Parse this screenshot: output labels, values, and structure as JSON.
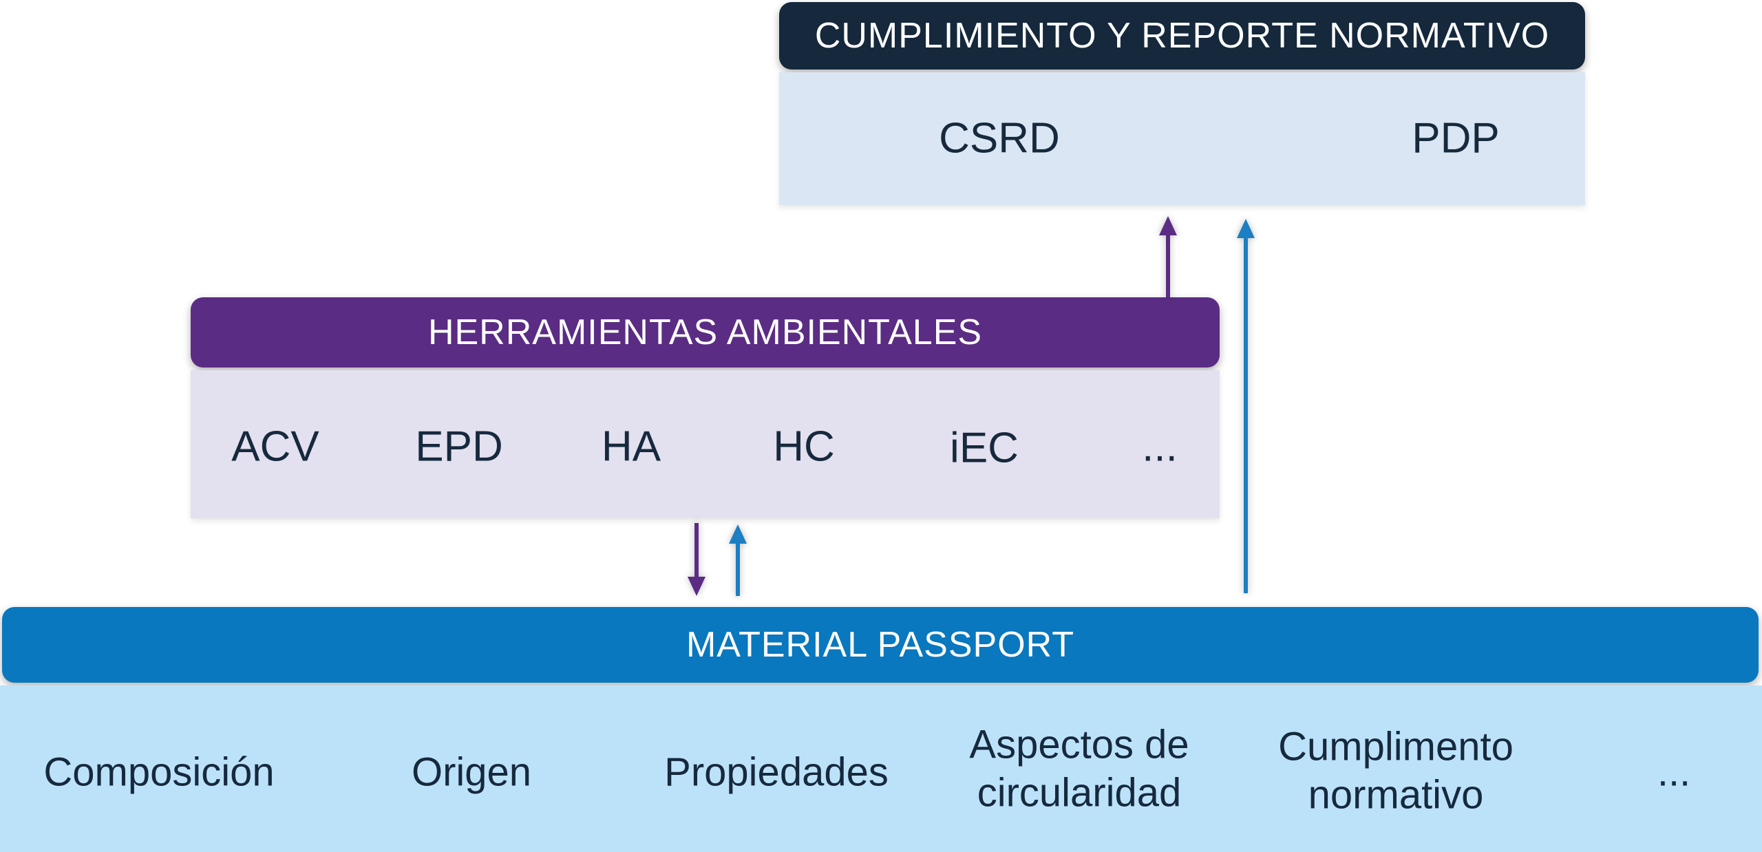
{
  "diagram": {
    "text_color": "#16293D",
    "compliance_box": {
      "title": "CUMPLIMIENTO Y REPORTE NORMATIVO",
      "header_color": "#15283C",
      "body_color": "#DAE6F3",
      "items": [
        "CSRD",
        "PDP"
      ]
    },
    "tools_box": {
      "title": "HERRAMIENTAS AMBIENTALES",
      "header_color": "#5B2C83",
      "body_color": "#E3E0EF",
      "items": [
        "ACV",
        "EPD",
        "HA",
        "HC",
        "iEC",
        "..."
      ]
    },
    "passport_box": {
      "title": "MATERIAL PASSPORT",
      "header_color": "#0978BE",
      "body_color": "#BCE2FA",
      "items": [
        "Composición",
        "Origen",
        "Propiedades",
        "Aspectos de circularidad",
        "Cumplimento normativo",
        "..."
      ]
    },
    "arrows": [
      {
        "name": "tools-to-passport",
        "direction": "down",
        "color": "#5B2C83"
      },
      {
        "name": "passport-to-tools",
        "direction": "up",
        "color": "#1C7EC3"
      },
      {
        "name": "tools-to-compliance",
        "direction": "up",
        "color": "#5B2C83"
      },
      {
        "name": "passport-to-compliance",
        "direction": "up",
        "color": "#1C7EC3"
      }
    ]
  }
}
